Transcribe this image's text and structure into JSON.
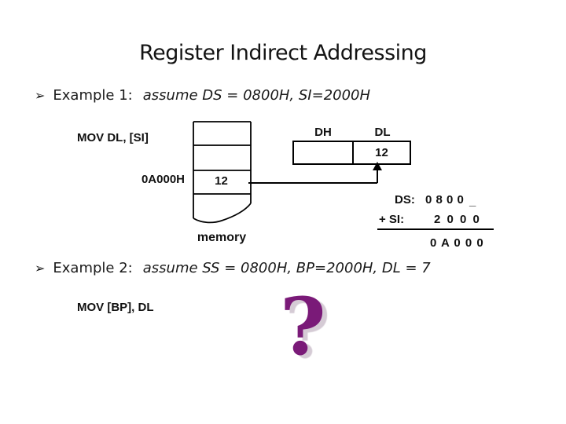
{
  "title": "Register Indirect Addressing",
  "bullets": {
    "marker": "➢",
    "example1": {
      "label": "Example 1:",
      "assumption": "assume DS = 0800H, SI=2000H"
    },
    "example2": {
      "label": "Example 2:",
      "assumption": "assume SS = 0800H, BP=2000H, DL = 7"
    }
  },
  "example1_diagram": {
    "instruction": "MOV DL, [SI]",
    "memory_caption": "memory",
    "address_label": "0A000H",
    "memory_cell_value": "12",
    "register_high_label": "DH",
    "register_low_label": "DL",
    "register_low_value": "12",
    "calc": {
      "op1_label": "DS:",
      "op1_digits": "0 8 0 0",
      "op1_placeholder": "_",
      "op2_label": "+ SI:",
      "op2_digits": "2 0 0 0",
      "result_digits": "0 A 0 0 0"
    }
  },
  "example2_diagram": {
    "instruction": "MOV [BP], DL",
    "question_mark": "?"
  },
  "colors": {
    "question_purple": "#7a1a78",
    "question_shadow": "#d5cbd5",
    "line_black": "#000000"
  }
}
